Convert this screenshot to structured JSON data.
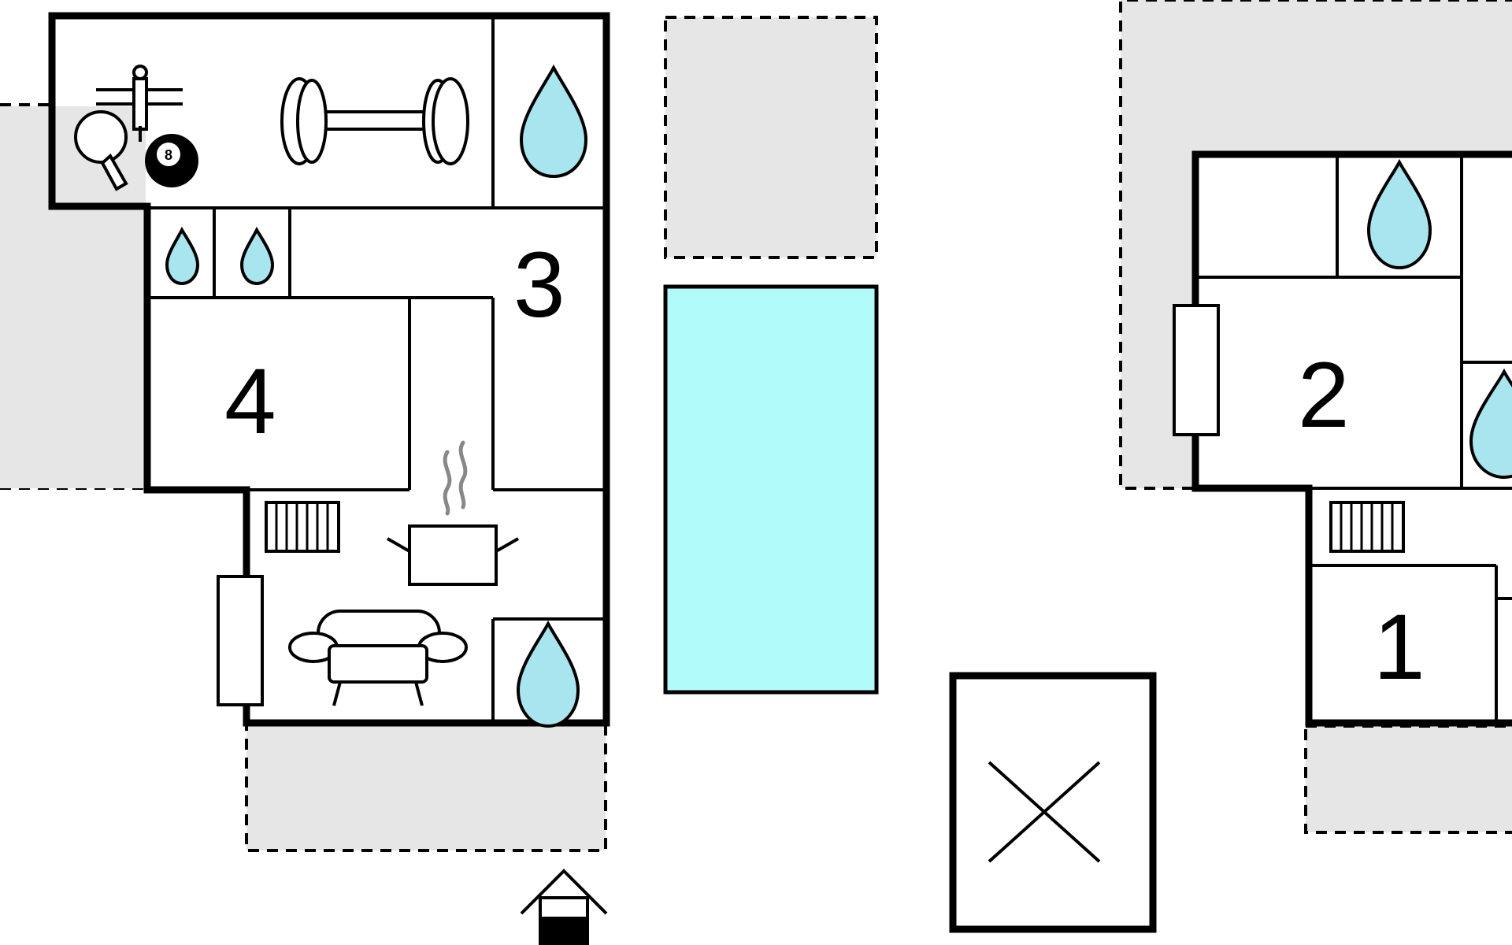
{
  "rooms": {
    "room1": "1",
    "room2": "2",
    "room3": "3",
    "room4": "4"
  },
  "billiard_ball": "8",
  "colors": {
    "pool": "#b2fbfb",
    "water_drop": "#a9e5ef",
    "terrace": "#e6e6e6",
    "walls": "#000000",
    "steam": "#888888"
  },
  "icons": [
    "table-tennis-icon",
    "foosball-icon",
    "billiard-ball-icon",
    "dumbbell-icon",
    "water-drop-icon",
    "radiator-icon",
    "cooking-pot-icon",
    "sofa-icon",
    "entrance-icon",
    "cross-icon"
  ]
}
